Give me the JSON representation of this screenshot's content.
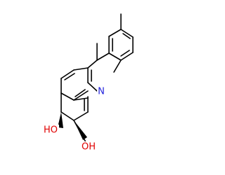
{
  "molecule": {
    "atoms": {
      "nitrogen": "N",
      "hydroxyl_1": "HO",
      "hydroxyl_2": "OH"
    },
    "colors": {
      "bond": "#000000",
      "nitrogen": "#1f1fdc",
      "oxygen": "#e00000",
      "background": "#ffffff"
    }
  }
}
